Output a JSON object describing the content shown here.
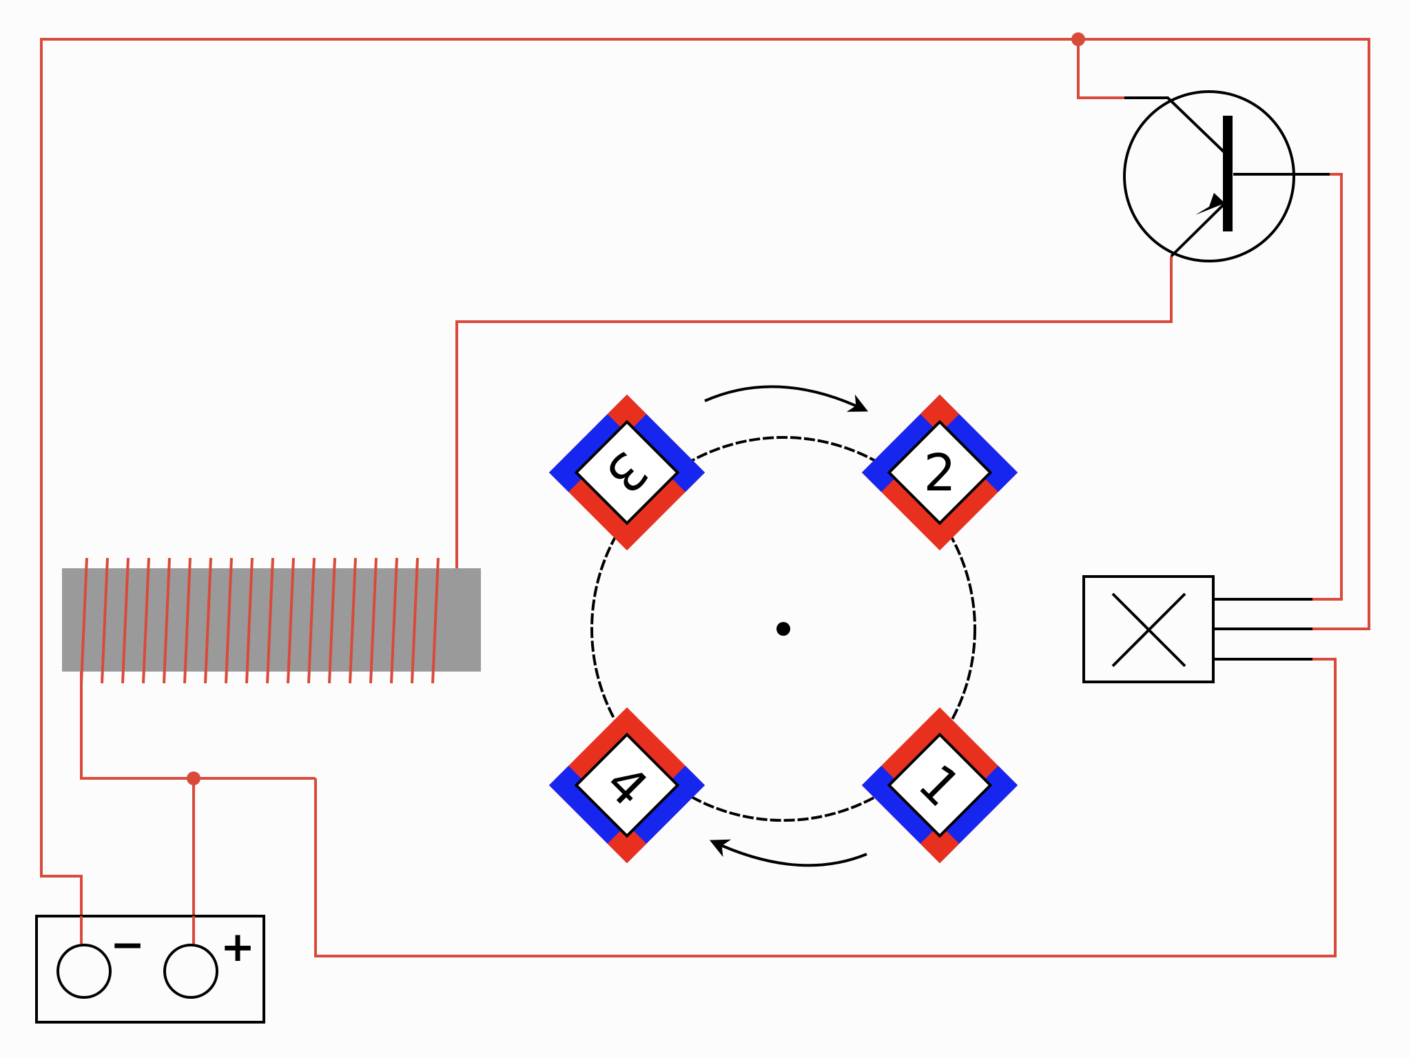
{
  "colors": {
    "wire": "#d94a3a",
    "magnet_north": "#e8301e",
    "magnet_south": "#1726ee",
    "core": "#9a9a9a",
    "background": "#fdfcfc"
  },
  "magnets": [
    {
      "label": "1"
    },
    {
      "label": "2"
    },
    {
      "label": "3"
    },
    {
      "label": "4"
    }
  ],
  "battery": {
    "minus_label": "−",
    "plus_label": "+"
  },
  "icons": {
    "hall_sensor": "x-box-icon",
    "transistor": "pnp-transistor-icon",
    "rotation": "curved-arrow-icon"
  }
}
